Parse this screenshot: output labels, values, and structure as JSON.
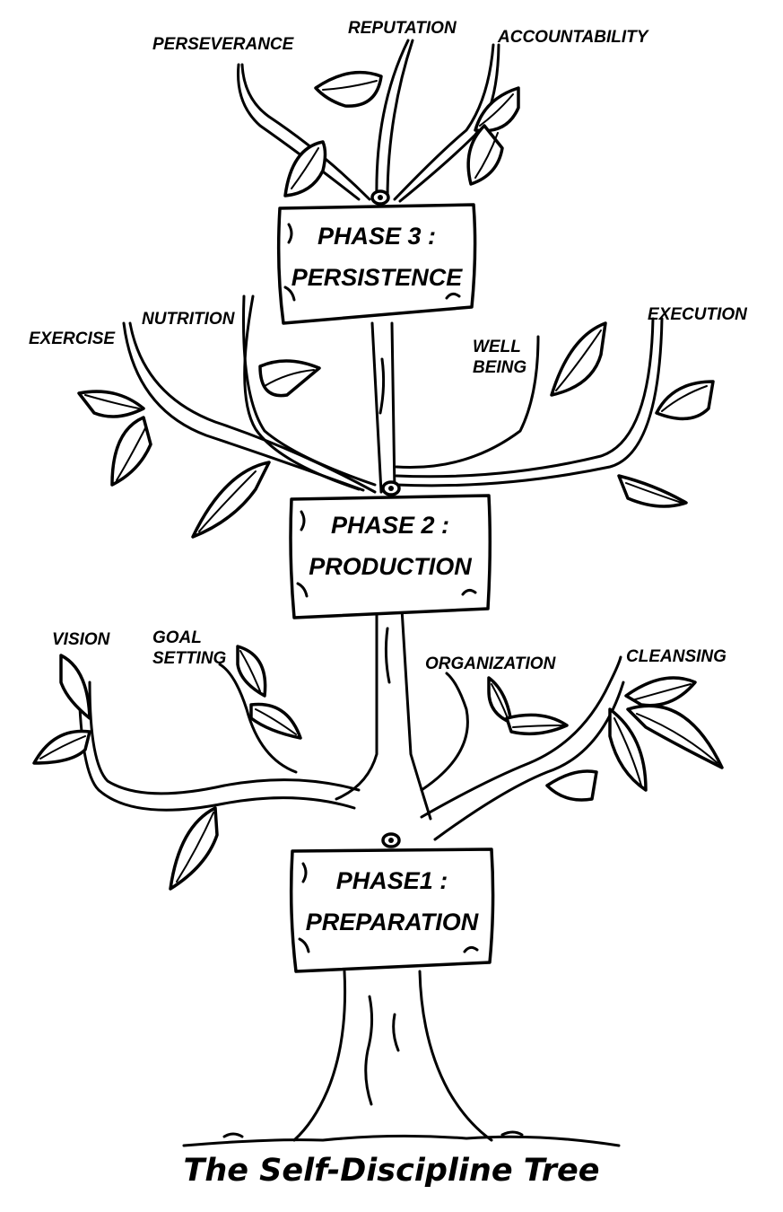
{
  "diagram": {
    "title": "The Self-Discipline Tree",
    "phases": [
      {
        "id": "phase3",
        "line1": "PHASE 3 :",
        "line2": "PERSISTENCE"
      },
      {
        "id": "phase2",
        "line1": "PHASE 2 :",
        "line2": "PRODUCTION"
      },
      {
        "id": "phase1",
        "line1": "PHASE1 :",
        "line2": "PREPARATION"
      }
    ],
    "labels": {
      "perseverance": "PERSEVERANCE",
      "reputation": "REPUTATION",
      "accountability": "ACCOUNTABILITY",
      "exercise": "EXERCISE",
      "nutrition": "NUTRITION",
      "well_being_1": "WELL",
      "well_being_2": "BEING",
      "execution": "EXECUTION",
      "vision": "VISION",
      "goal_setting_1": "GOAL",
      "goal_setting_2": "SETTING",
      "organization": "ORGANIZATION",
      "cleansing": "CLEANSING"
    },
    "colors": {
      "ink": "#000000",
      "background": "#ffffff"
    }
  }
}
